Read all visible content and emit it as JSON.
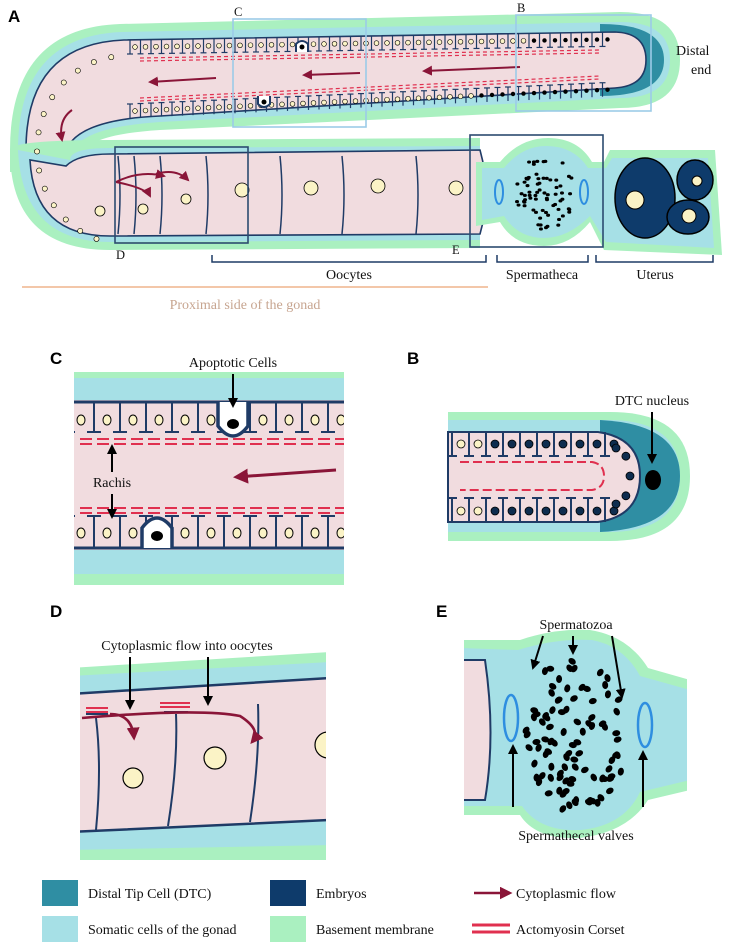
{
  "panels": {
    "A": {
      "label": "A",
      "inset_letters": {
        "c": "C",
        "b": "B",
        "d": "D",
        "e": "E"
      },
      "distal": [
        "Distal",
        "end"
      ],
      "oocytes": "Oocytes",
      "spermatheca": "Spermatheca",
      "uterus": "Uterus",
      "proximal": "Proximal side of the gonad"
    },
    "C": {
      "label": "C",
      "apoptotic": "Apoptotic Cells",
      "rachis": "Rachis"
    },
    "B": {
      "label": "B",
      "dtc_nucleus": "DTC nucleus"
    },
    "D": {
      "label": "D",
      "flow": "Cytoplasmic flow into oocytes"
    },
    "E": {
      "label": "E",
      "spermatozoa": "Spermatozoa",
      "valves": "Spermathecal valves"
    }
  },
  "legend": [
    {
      "label": "Distal Tip Cell (DTC)",
      "color": "#2f8ea3",
      "kind": "swatch"
    },
    {
      "label": "Somatic cells of the gonad",
      "color": "#a6e0e6",
      "kind": "swatch"
    },
    {
      "label": "Embryos",
      "color": "#0e3b6b",
      "kind": "swatch"
    },
    {
      "label": "Basement membrane",
      "color": "#aaf0c0",
      "kind": "swatch"
    },
    {
      "label": "Cytoplasmic flow",
      "color": "#8a1538",
      "kind": "arrow"
    },
    {
      "label": "Actomyosin Corset",
      "color": "#e0304f",
      "kind": "double-line"
    }
  ],
  "colors": {
    "membrane": "#aaf0c0",
    "somatic": "#a6e0e6",
    "dtc": "#2f8ea3",
    "germline": "#f1dcdf",
    "outline": "#1f3b66",
    "embryo": "#0e3b6b",
    "nucleus": "#fbf3c6",
    "flow": "#8a1538",
    "corset": "#e0304f",
    "inset_box_light": "#9ccbe8",
    "inset_box_dark": "#2c4b70",
    "proximal_line": "#f3c7a9"
  }
}
